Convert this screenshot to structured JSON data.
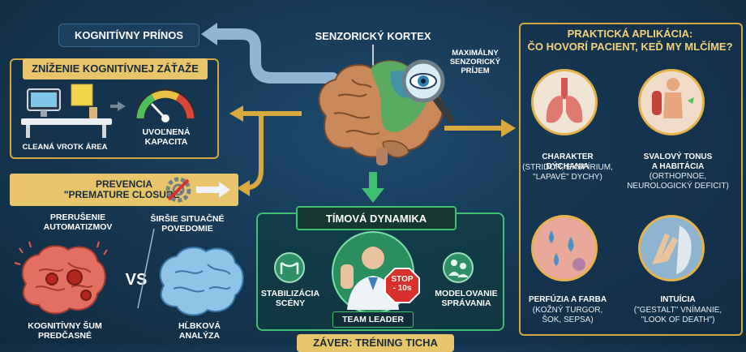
{
  "top": {
    "benefit_label": "KOGNITÍVNY PRÍNOS",
    "cortex_label": "SENZORICKÝ KORTEX",
    "max_label": "MAXIMÁLNY\nSENZORICKÝ\nPRÍJEM"
  },
  "load": {
    "title": "ZNÍŽENIE KOGNITÍVNEJ ZÁŤAŽE",
    "desk_caption": "CLEANÁ VROTK ÁREA",
    "gauge_caption": "UVOĽNENÁ\nKAPACITA"
  },
  "prevention": {
    "title": "PREVENCIA\n\"PREMATURE CLOSURE\"",
    "left_top": "PRERUŠENIE\nAUTOMATIZMOV",
    "right_top": "ŠIRŠIE SITUAČNÉ\nPOVEDOMIE",
    "vs": "VS",
    "left_bottom": "KOGNITÍVNY ŠUM\nPREDČASNÉ",
    "right_bottom": "HĹBKOVÁ\nANALÝZA"
  },
  "team": {
    "title": "TÍMOVÁ DYNAMIKA",
    "left_caption": "STABILIZÁCIA\nSCÉNY",
    "leader_caption": "TEAM LEADER",
    "stop_top": "STOP",
    "stop_bottom": "- 10s",
    "right_caption": "MODELOVANIE\nSPRÁVANIA"
  },
  "conclusion": {
    "title": "ZÁVER: TRÉNING TICHA"
  },
  "practical": {
    "title": "PRAKTICKÁ APLIKÁCIA:\nČO HOVORÍ PACIENT, KEĎ MY MLČÍME?",
    "items": [
      {
        "title": "CHARAKTER DÝCHANIA",
        "detail": "(STRIDOR, EXSPÍRIUM,\n\"LAPAVÉ\" DYCHY)"
      },
      {
        "title": "SVALOVÝ TONUS\nA HABITÁCIA",
        "detail": "(ORTHOPNOE,\nNEUROLOGICKÝ DEFICIT)"
      },
      {
        "title": "PERFÚZIA A FARBA",
        "detail": "(KOŽNÝ TURGOR,\nŠOK, SEPSA)"
      },
      {
        "title": "INTUÍCIA",
        "detail": "(\"GESTALT\" VNÍMANIE,\n\"LOOK OF DEATH\")"
      }
    ]
  },
  "colors": {
    "gold": "#d4a640",
    "green": "#3fbf70",
    "arrow_blue": "#8fb6d2",
    "arrow_gold": "#d9a93f",
    "stop_red": "#d8312b"
  }
}
